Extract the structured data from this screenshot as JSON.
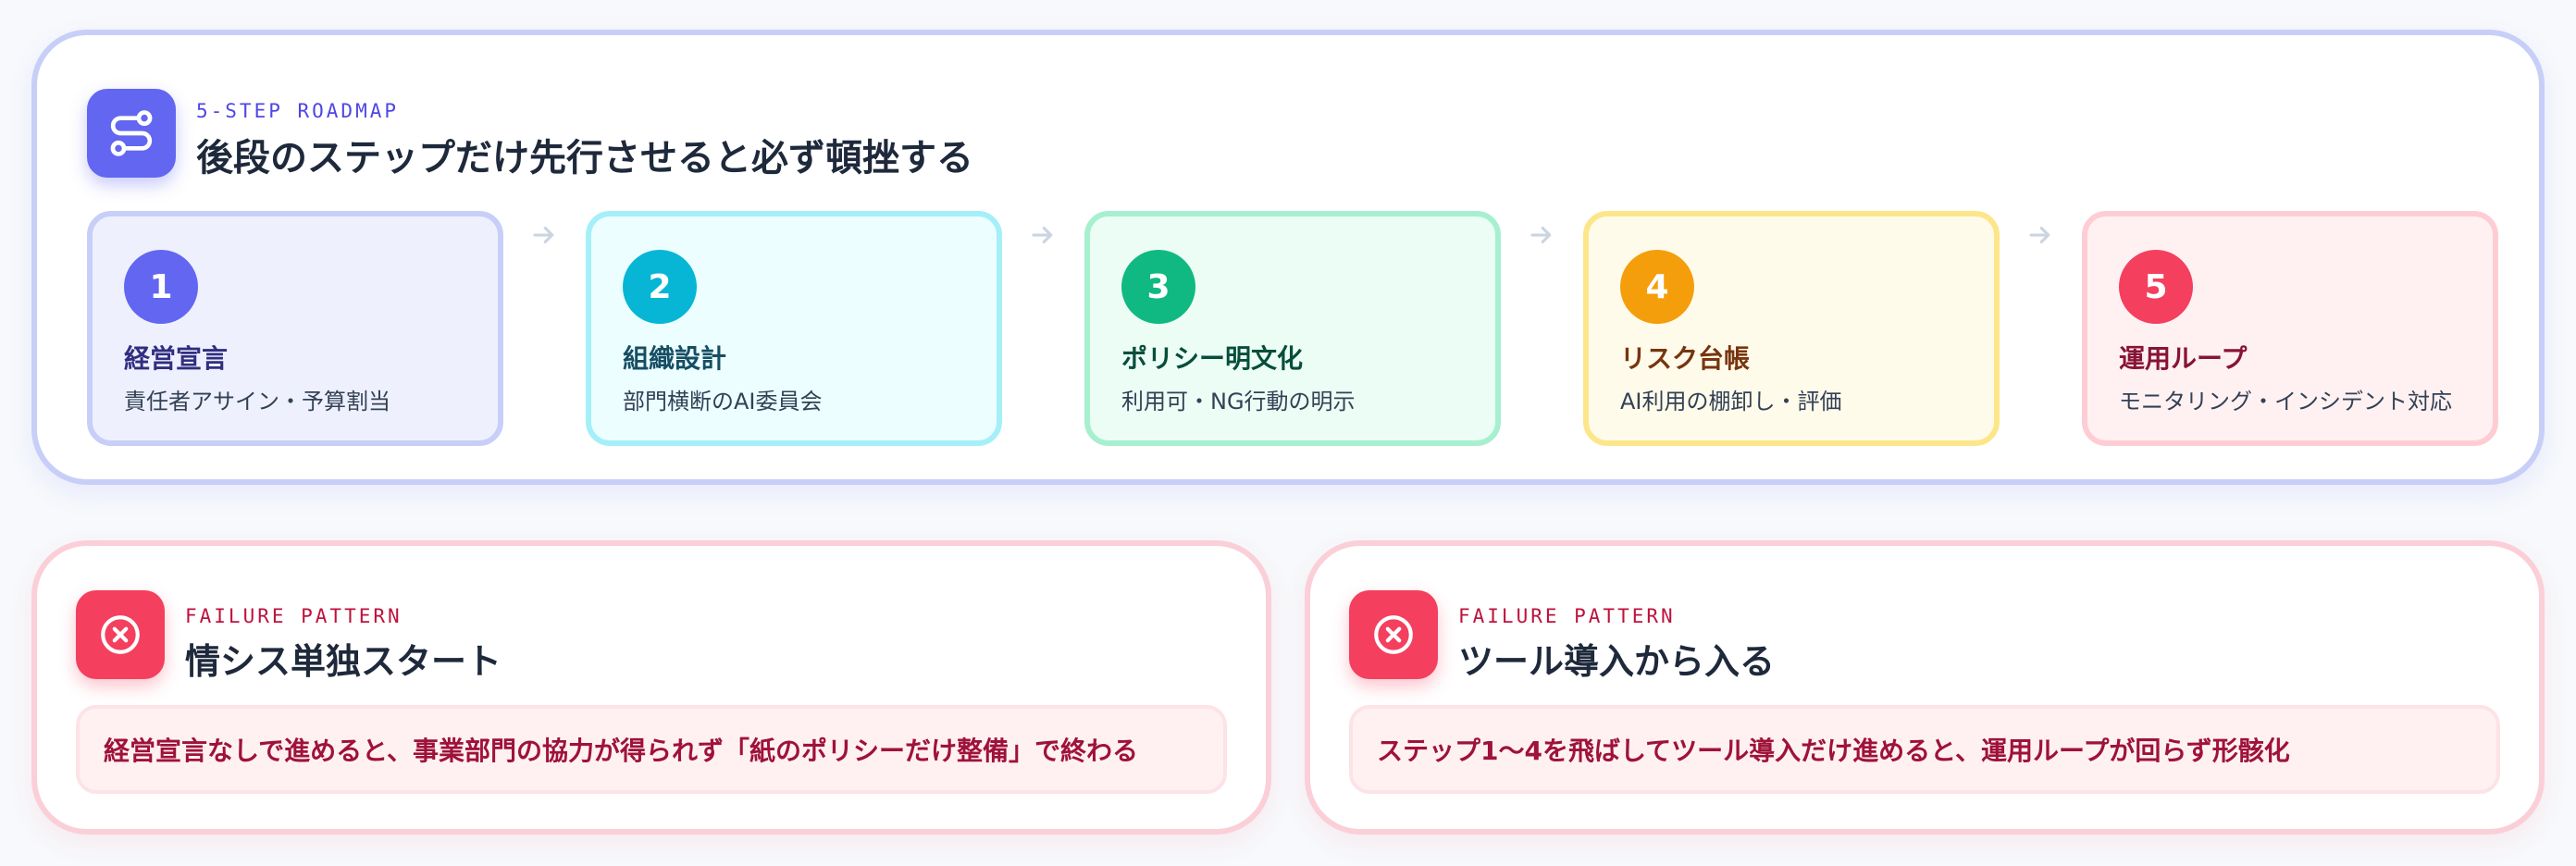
{
  "roadmap": {
    "eyebrow": "5-STEP ROADMAP",
    "title": "後段のステップだけ先行させると必ず頓挫する",
    "icon": "route-icon",
    "steps": [
      {
        "num": "1",
        "title": "経営宣言",
        "desc": "責任者アサイン・予算割当",
        "accent": "#6366f1",
        "bg": "#eef1fd",
        "border": "#c7cff8",
        "title_color": "#312e81"
      },
      {
        "num": "2",
        "title": "組織設計",
        "desc": "部門横断のAI委員会",
        "accent": "#06b6d4",
        "bg": "#ecfeff",
        "border": "#a5f0f8",
        "title_color": "#164e63"
      },
      {
        "num": "3",
        "title": "ポリシー明文化",
        "desc": "利用可・NG行動の明示",
        "accent": "#10b981",
        "bg": "#ecfdf5",
        "border": "#a7f0cf",
        "title_color": "#064e3b"
      },
      {
        "num": "4",
        "title": "リスク台帳",
        "desc": "AI利用の棚卸し・評価",
        "accent": "#f59e0b",
        "bg": "#fffbeb",
        "border": "#fde68a",
        "title_color": "#78350f"
      },
      {
        "num": "5",
        "title": "運用ループ",
        "desc": "モニタリング・インシデント対応",
        "accent": "#f43f5e",
        "bg": "#fff1f2",
        "border": "#fecdd3",
        "title_color": "#881337"
      }
    ]
  },
  "failures": [
    {
      "eyebrow": "FAILURE PATTERN",
      "title": "情シス単独スタート",
      "text": "経営宣言なしで進めると、事業部門の協力が得られず「紙のポリシーだけ整備」で終わる",
      "icon": "x-circle-icon"
    },
    {
      "eyebrow": "FAILURE PATTERN",
      "title": "ツール導入から入る",
      "text": "ステップ1〜4を飛ばしてツール導入だけ進めると、運用ループが回らず形骸化",
      "icon": "x-circle-icon"
    }
  ],
  "colors": {
    "primary": "#6366f1",
    "danger": "#f43f5e",
    "arrow": "#cbd5e1"
  }
}
